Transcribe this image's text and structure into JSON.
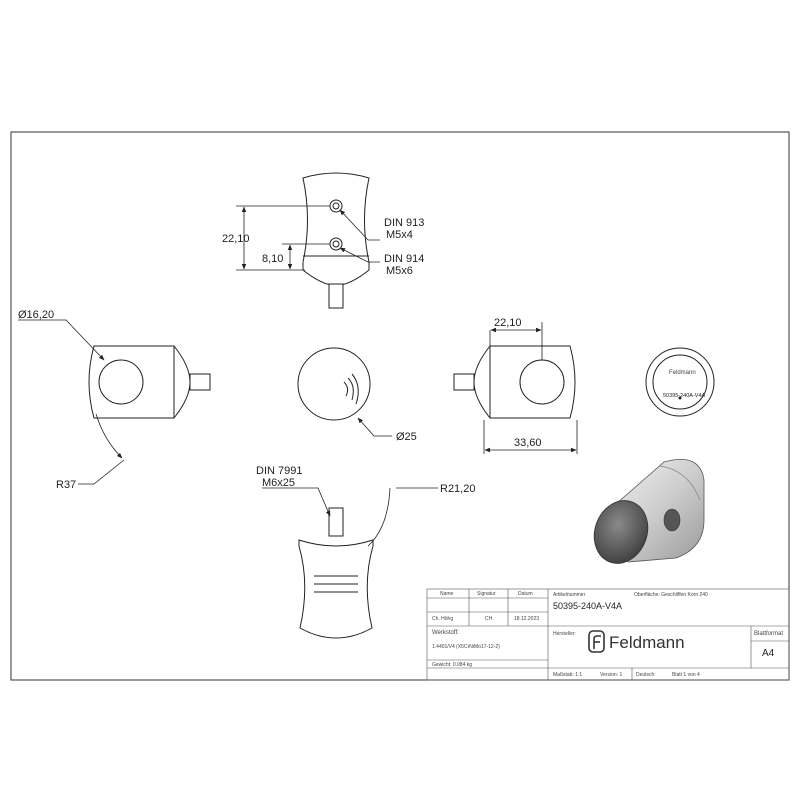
{
  "dimensions": {
    "top_height": "22,10",
    "top_offset": "8,10",
    "din913_name": "DIN 913",
    "din913_size": "M5x4",
    "din914_name": "DIN 914",
    "din914_size": "M5x6",
    "left_diameter": "Ø16,20",
    "left_radius": "R37",
    "front_diameter": "Ø25",
    "right_width": "22,10",
    "right_length": "33,60",
    "din7991_name": "DIN 7991",
    "din7991_size": "M6x25",
    "bottom_radius": "R21,20",
    "small_logo": "Feldmann",
    "small_part": "50395-240A-V4A"
  },
  "title_block": {
    "h_name": "Name",
    "h_signature": "Signatur",
    "h_date": "Datum",
    "name": "Ch. Höhg",
    "signature": "CH",
    "date": "18.12.2023",
    "article_label": "Artikelnummer",
    "article_number": "50395-240A-V4A",
    "surface_label": "Oberfläche: Geschliffen Korn 240",
    "material_label": "Werkstoff:",
    "material": "1.4401/V4 (X5CrNiMo17-12-2)",
    "manufacturer_label": "Hersteller:",
    "brand": "Feldmann",
    "sheet_format_label": "Blattformat",
    "sheet_format": "A4",
    "weight": "Gewicht: 0.084 kg",
    "scale": "Maßstab: 1:1",
    "version": "Version: 1",
    "language": "Deutsch",
    "sheet": "Blatt 1 von 4"
  }
}
